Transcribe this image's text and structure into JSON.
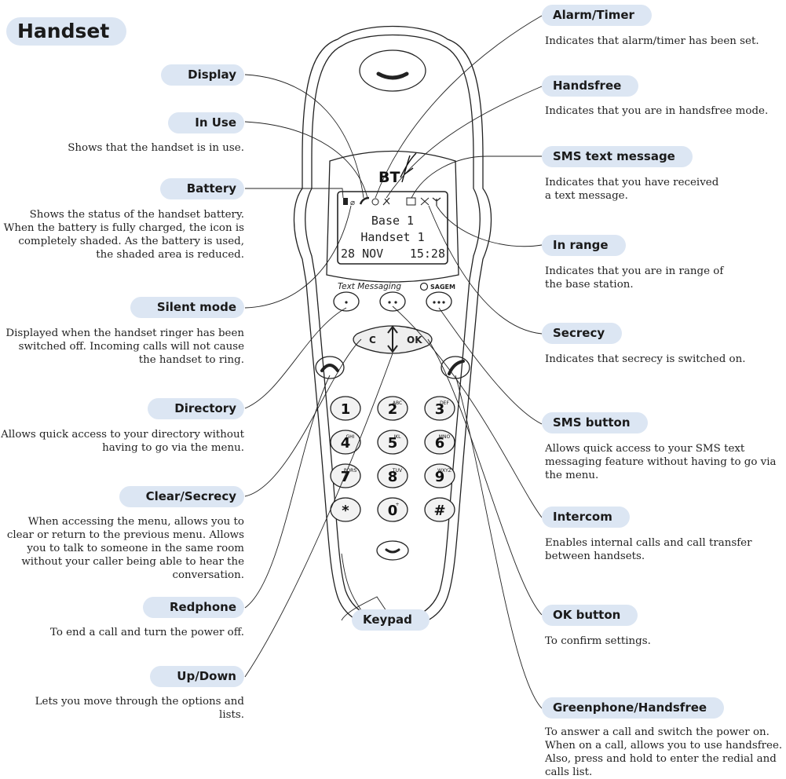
{
  "title": "Handset",
  "left_labels": [
    {
      "id": "display",
      "label": "Display",
      "desc": ""
    },
    {
      "id": "in-use",
      "label": "In Use",
      "desc": "Shows that the handset is in use."
    },
    {
      "id": "battery",
      "label": "Battery",
      "desc": "Shows the status of the handset battery. When the battery is fully charged, the icon is completely shaded. As the battery is used, the shaded area is reduced."
    },
    {
      "id": "silent-mode",
      "label": "Silent mode",
      "desc": "Displayed when the handset ringer has been switched off. Incoming calls will not cause the handset to ring."
    },
    {
      "id": "directory",
      "label": "Directory",
      "desc": "Allows quick access to your directory without having to go via the menu."
    },
    {
      "id": "clear-secrecy",
      "label": "Clear/Secrecy",
      "desc": "When accessing the menu, allows you to clear or return to the previous menu. Allows you to talk to someone in the same room without your caller being able to hear the conversation."
    },
    {
      "id": "redphone",
      "label": "Redphone",
      "desc": "To end a call and turn the power off."
    },
    {
      "id": "up-down",
      "label": "Up/Down",
      "desc": "Lets you move through the options and lists."
    }
  ],
  "right_labels": [
    {
      "id": "alarm-timer",
      "label": "Alarm/Timer",
      "desc": "Indicates that alarm/timer has been set."
    },
    {
      "id": "handsfree",
      "label": "Handsfree",
      "desc": "Indicates that you are in handsfree mode."
    },
    {
      "id": "sms-text-message",
      "label": "SMS text message",
      "desc": "Indicates that you have received a text message."
    },
    {
      "id": "in-range",
      "label": "In range",
      "desc": "Indicates that you are in range of the base station."
    },
    {
      "id": "secrecy",
      "label": "Secrecy",
      "desc": "Indicates that secrecy is switched on."
    },
    {
      "id": "sms-button",
      "label": "SMS button",
      "desc": "Allows quick access to your SMS text messaging feature without having to go via the menu."
    },
    {
      "id": "intercom",
      "label": "Intercom",
      "desc": "Enables internal calls and call transfer between handsets."
    },
    {
      "id": "ok-button",
      "label": "OK button",
      "desc": "To confirm settings."
    },
    {
      "id": "greenphone-handsfree",
      "label": "Greenphone/Handsfree",
      "desc": "To answer a call and switch the power on. When on a call, allows you to use handsfree. Also, press and hold to enter the redial and calls list."
    }
  ],
  "keypad_label": "Keypad",
  "phone": {
    "brand": "BT",
    "text_messaging": "Text Messaging",
    "maker": "SAGEM",
    "lcd": {
      "line1": "Base 1",
      "line2": "Handset 1",
      "date": "28 NOV",
      "time": "15:28"
    },
    "soft_c": "C",
    "soft_ok": "OK",
    "keys": [
      {
        "digit": "1",
        "letters": ""
      },
      {
        "digit": "2",
        "letters": "ABC"
      },
      {
        "digit": "3",
        "letters": "DEF"
      },
      {
        "digit": "4",
        "letters": "GHI"
      },
      {
        "digit": "5",
        "letters": "JKL"
      },
      {
        "digit": "6",
        "letters": "MNO"
      },
      {
        "digit": "7",
        "letters": "PQRS"
      },
      {
        "digit": "8",
        "letters": "TUV"
      },
      {
        "digit": "9",
        "letters": "WXYZ"
      },
      {
        "digit": "*",
        "letters": ""
      },
      {
        "digit": "0",
        "letters": "+"
      },
      {
        "digit": "#",
        "letters": ""
      }
    ]
  }
}
